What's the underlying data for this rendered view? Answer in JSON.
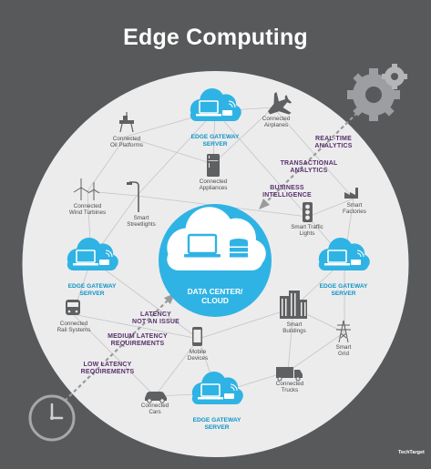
{
  "title": "Edge Computing",
  "center": {
    "label": "DATA CENTER/\nCLOUD"
  },
  "gateways": [
    {
      "label": "EDGE GATEWAY\nSERVER"
    },
    {
      "label": "EDGE GATEWAY\nSERVER"
    },
    {
      "label": "EDGE GATEWAY\nSERVER"
    },
    {
      "label": "EDGE GATEWAY\nSERVER"
    }
  ],
  "devices": {
    "oil_platforms": "Connected\nOil Platforms",
    "airplanes": "Connected\nAirplanes",
    "appliances": "Connected\nAppliances",
    "wind_turbines": "Connected\nWind Turbines",
    "streetlights": "Smart\nStreetlights",
    "factories": "Smart\nFactories",
    "traffic_lights": "Smart Traffic\nLights",
    "rail_systems": "Connected\nRail Systems",
    "buildings": "Smart\nBuildings",
    "mobile_devices": "Mobile\nDevices",
    "smart_grid": "Smart\nGrid",
    "cars": "Connected\nCars",
    "trucks": "Connected\nTrucks"
  },
  "tiers": {
    "realtime": "REAL-TIME\nANALYTICS",
    "transactional": "TRANSACTIONAL\nANALYTICS",
    "business": "BUSINESS\nINTELLIGENCE",
    "latency_none": "LATENCY\nNOT AN ISSUE",
    "latency_medium": "MEDIUM LATENCY\nREQUIREMENTS",
    "latency_low": "LOW LATENCY\nREQUIREMENTS"
  },
  "brand": "TechTarget",
  "colors": {
    "background": "#58595b",
    "circle": "#ececed",
    "accent_blue": "#2fb3e4",
    "gateway_text": "#0f95c4",
    "tier_text": "#58316b",
    "icon_gray": "#5f6062"
  },
  "icons": [
    "gears-icon",
    "clock-icon",
    "laptop-icon",
    "database-icon",
    "wifi-icon",
    "oil-platform-icon",
    "airplane-icon",
    "refrigerator-icon",
    "wind-turbine-icon",
    "streetlight-icon",
    "factory-icon",
    "traffic-light-icon",
    "train-icon",
    "buildings-icon",
    "phone-icon",
    "power-tower-icon",
    "car-icon",
    "truck-icon"
  ]
}
